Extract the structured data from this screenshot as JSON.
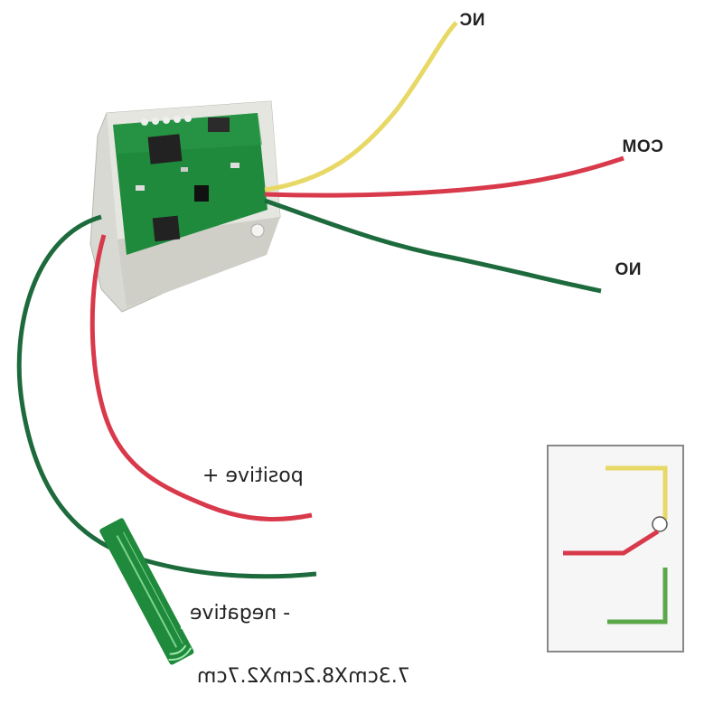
{
  "labels": {
    "nc": "NC",
    "com": "COM",
    "no": "NO",
    "positive": "positive +",
    "negative": "- negative",
    "dimensions": "7.3cmX8.2cmX2.7cm"
  },
  "colors": {
    "nc_wire": "#e8d865",
    "com_wire": "#d8394b",
    "no_wire": "#1d6b3c",
    "pcb": "#1f8a3c",
    "enclosure": "#dcdcd6",
    "inset_border": "#888888"
  }
}
